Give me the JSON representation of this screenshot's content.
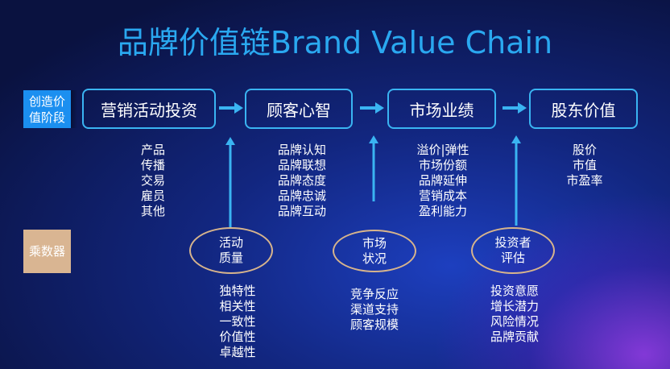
{
  "title": "品牌价值链Brand Value Chain",
  "side_labels": {
    "create": "创造价值阶段",
    "multiplier": "乘数器"
  },
  "stages": [
    {
      "label": "营销活动投资",
      "items": [
        "产品",
        "传播",
        "交易",
        "雇员",
        "其他"
      ]
    },
    {
      "label": "顾客心智",
      "items": [
        "品牌认知",
        "品牌联想",
        "品牌态度",
        "品牌忠诚",
        "品牌互动"
      ]
    },
    {
      "label": "市场业绩",
      "items": [
        "溢价|弹性",
        "市场份额",
        "品牌延伸",
        "营销成本",
        "盈利能力"
      ]
    },
    {
      "label": "股东价值",
      "items": [
        "股价",
        "市值",
        "市盈率"
      ]
    }
  ],
  "multipliers": [
    {
      "label_lines": [
        "活动",
        "质量"
      ],
      "items": [
        "独特性",
        "相关性",
        "一致性",
        "价值性",
        "卓越性"
      ]
    },
    {
      "label_lines": [
        "市场",
        "状况"
      ],
      "items": [
        "竞争反应",
        "渠道支持",
        "顾客规模"
      ]
    },
    {
      "label_lines": [
        "投资者",
        "评估"
      ],
      "items": [
        "投资意愿",
        "增长潜力",
        "风险情况",
        "品牌贡献"
      ]
    }
  ],
  "colors": {
    "title": "#2aa8f0",
    "stage_border": "#3ab4f2",
    "arrow": "#3ab4f2",
    "create_label_bg": "#1b8ff0",
    "multiplier_label_bg": "#d9b592",
    "oval_border": "#d7b48c"
  }
}
